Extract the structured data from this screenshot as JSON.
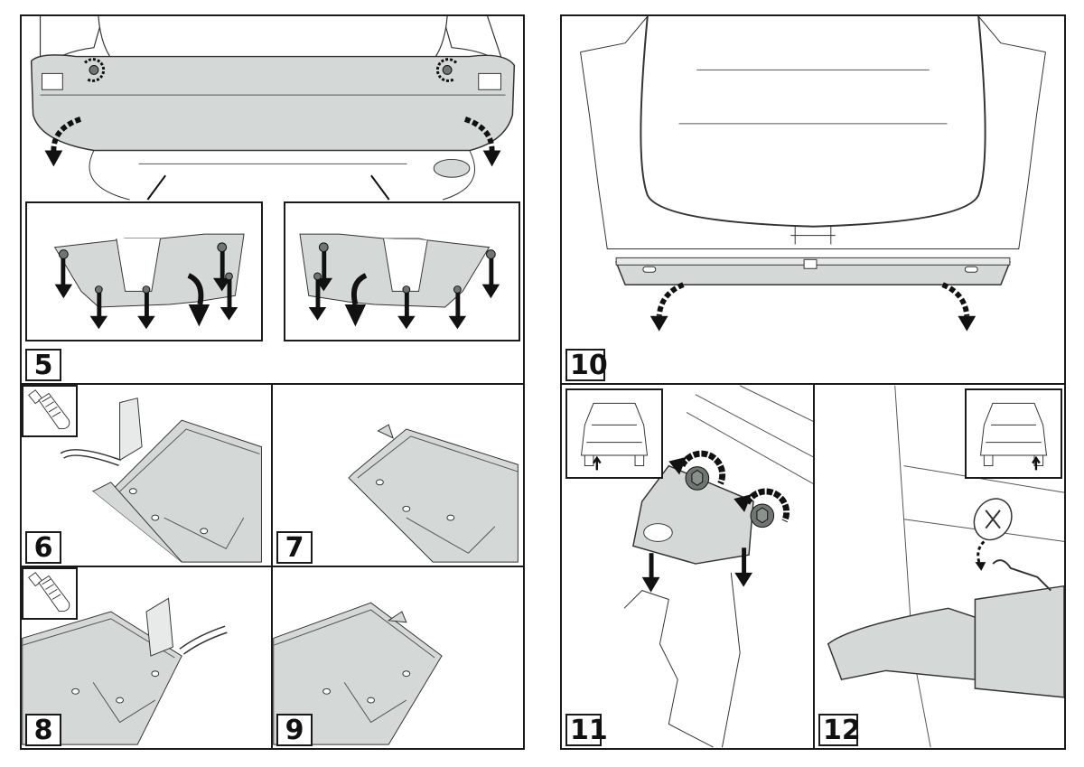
{
  "document": {
    "type": "installation instruction sheet (rear bumper / tow bar fitting)",
    "colors": {
      "line": "#1a1a1a",
      "part_fill": "#d4d8d6",
      "background": "#ffffff",
      "bolt_fill": "#6f7672"
    }
  },
  "steps": [
    {
      "number": "5",
      "description": "Remove rear bumper fasteners and lower bumper; detail insets show underside clips removed",
      "icons": [
        "rotate-screw-icon",
        "rotate-screw-icon",
        "curved-down-arrow-icon",
        "curved-down-arrow-icon"
      ]
    },
    {
      "number": "6",
      "description": "Cut tab from undertray with utility knife",
      "icons": [
        "utility-knife-icon"
      ]
    },
    {
      "number": "7",
      "description": "Undertray with tab removed"
    },
    {
      "number": "8",
      "description": "Cut opposite tab from undertray with utility knife",
      "icons": [
        "utility-knife-icon"
      ]
    },
    {
      "number": "9",
      "description": "Undertray with second tab removed"
    },
    {
      "number": "10",
      "description": "Remove bumper reinforcement beam",
      "icons": [
        "curved-down-arrow-icon",
        "curved-down-arrow-icon"
      ]
    },
    {
      "number": "11",
      "description": "Unscrew bolts and remove bracket (left side, see locator)",
      "icons": [
        "car-rear-locator-icon",
        "rotate-ccw-arrow-icon",
        "rotate-ccw-arrow-icon"
      ]
    },
    {
      "number": "12",
      "description": "Detach exhaust rubber hanger (right side, see locator)",
      "icons": [
        "car-rear-locator-icon",
        "rubber-hanger-icon"
      ]
    }
  ]
}
